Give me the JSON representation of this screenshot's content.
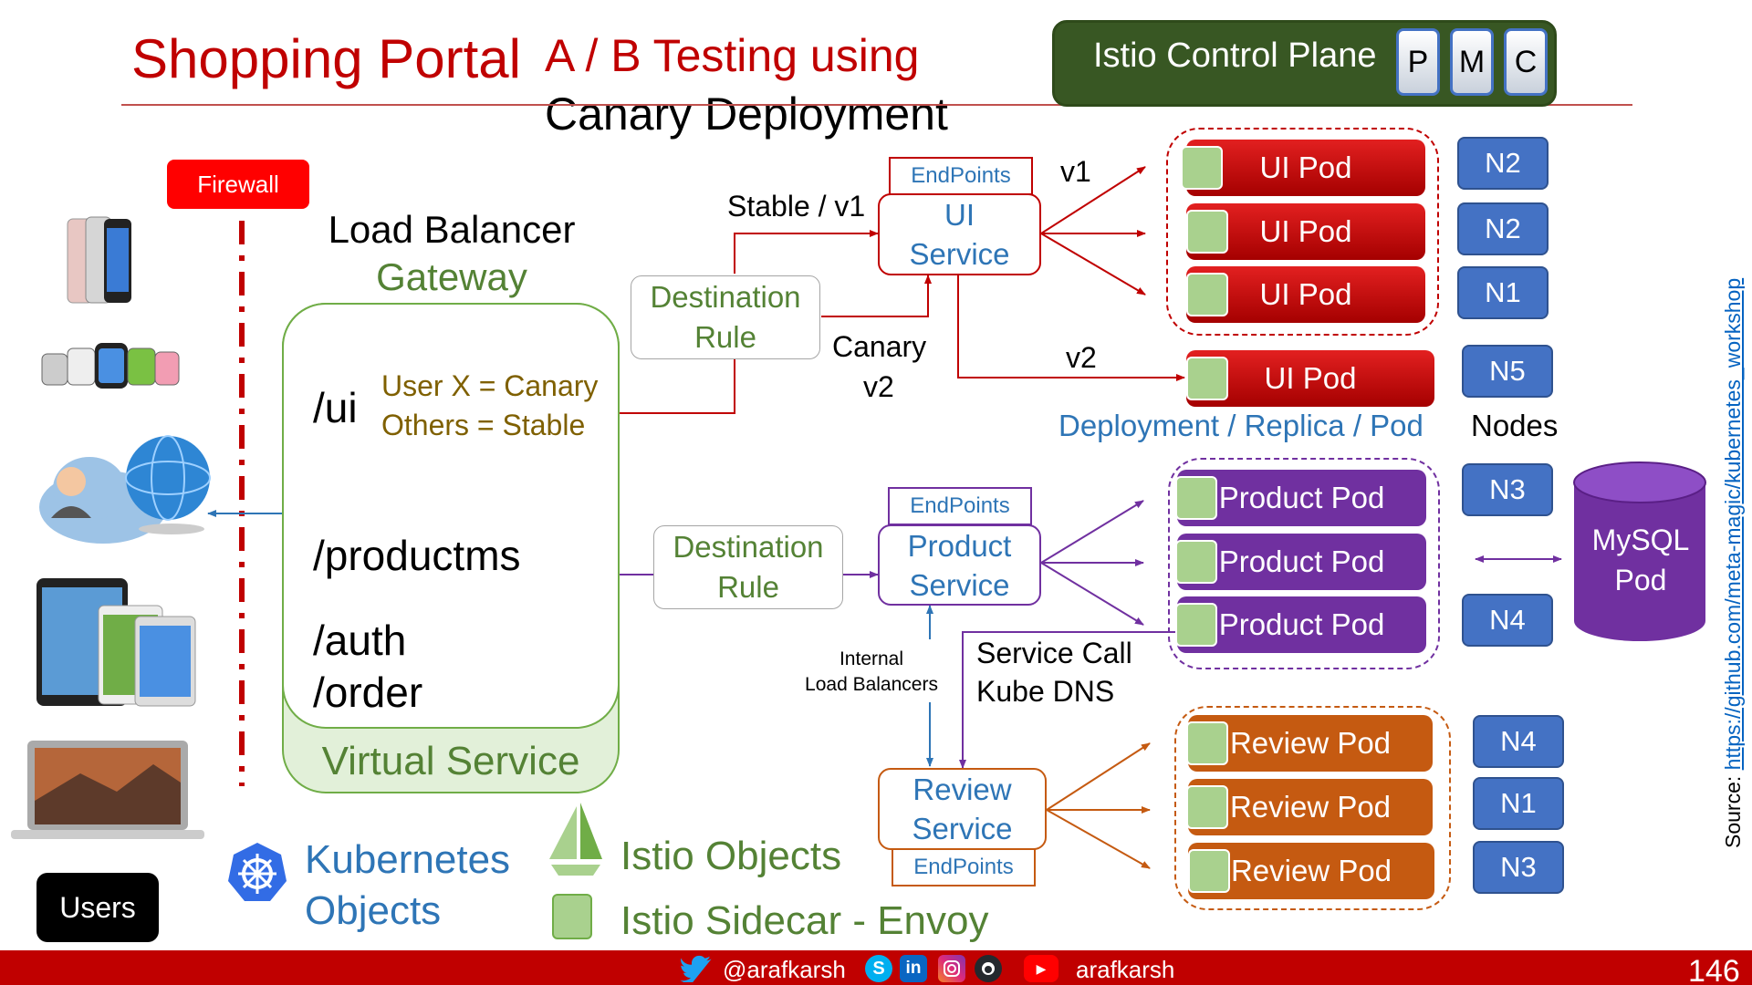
{
  "title": {
    "main": "Shopping Portal",
    "sub_line1": "A / B Testing using",
    "sub_line2": "Canary Deployment"
  },
  "control_plane": {
    "label": "Istio Control Plane",
    "keys": [
      "P",
      "M",
      "C"
    ]
  },
  "firewall": "Firewall",
  "load_balancer": {
    "line1": "Load Balancer",
    "line2": "Gateway"
  },
  "virtual_service": {
    "label": "Virtual Service",
    "routes": [
      "/ui",
      "/productms",
      "/auth",
      "/order"
    ],
    "ui_rule_line1": "User X = Canary",
    "ui_rule_line2": "Others = Stable"
  },
  "destination_rule": {
    "line1": "Destination",
    "line2": "Rule"
  },
  "services": {
    "ui": {
      "line1": "UI",
      "line2": "Service",
      "endpoints": "EndPoints"
    },
    "product": {
      "line1": "Product",
      "line2": "Service",
      "endpoints": "EndPoints"
    },
    "review": {
      "line1": "Review",
      "line2": "Service",
      "endpoints": "EndPoints"
    }
  },
  "labels": {
    "stable": "Stable / v1",
    "canary_line1": "Canary",
    "canary_line2": "v2",
    "v1": "v1",
    "v2": "v2",
    "deployment": "Deployment / Replica / Pod",
    "nodes": "Nodes",
    "internal_lb_line1": "Internal",
    "internal_lb_line2": "Load Balancers",
    "service_call_line1": "Service Call",
    "service_call_line2": "Kube DNS"
  },
  "pods": {
    "ui": [
      "UI Pod",
      "UI Pod",
      "UI Pod"
    ],
    "ui_canary": "UI Pod",
    "product": [
      "Product Pod",
      "Product Pod",
      "Product Pod"
    ],
    "review": [
      "Review Pod",
      "Review Pod",
      "Review Pod"
    ]
  },
  "nodes": {
    "ui": [
      "N2",
      "N2",
      "N1"
    ],
    "ui_canary": "N5",
    "product": [
      "N3",
      "N4"
    ],
    "review": [
      "N4",
      "N1",
      "N3"
    ]
  },
  "mysql": {
    "line1": "MySQL",
    "line2": "Pod"
  },
  "source": {
    "prefix": "Source:",
    "link": "https://github.com/meta-magic/kubernetes_workshop"
  },
  "users": "Users",
  "legend": {
    "k8s_line1": "Kubernetes",
    "k8s_line2": "Objects",
    "istio": "Istio Objects",
    "sidecar": "Istio Sidecar - Envoy"
  },
  "footer": {
    "handle": "@arafkarsh",
    "name": "arafkarsh",
    "page": "146"
  },
  "colors": {
    "title_red": "#c00000",
    "istio_green": "#548235",
    "k8s_blue": "#2e75b6",
    "ui_red": "#c00000",
    "product_purple": "#7030a0",
    "review_orange": "#c55a11",
    "node_blue": "#4472c4",
    "control_plane_green": "#385723"
  },
  "icons": [
    "smartphone-icon",
    "smartwatch-icon",
    "user-cloud-globe-icon",
    "tablet-icon",
    "laptop-icon",
    "kubernetes-helm-icon",
    "istio-sail-icon",
    "twitter-icon",
    "skype-icon",
    "linkedin-icon",
    "instagram-icon",
    "github-icon",
    "youtube-icon"
  ]
}
